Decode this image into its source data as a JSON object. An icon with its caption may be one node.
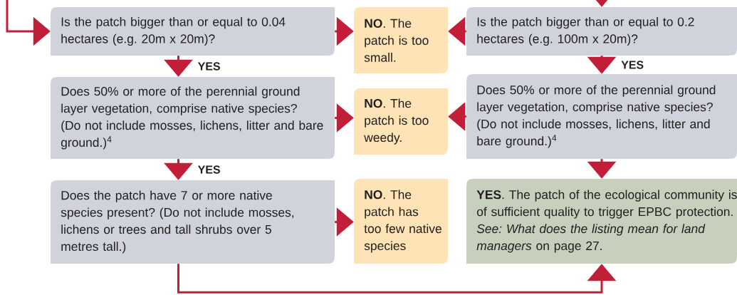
{
  "diagram": {
    "nodes": [
      {
        "text": [
          "Is the patch bigger than or equal to 0.04 hectares (e.g. 20m x 20m)?"
        ]
      },
      {
        "text": [
          "**NO**. The patch is too small."
        ]
      },
      {
        "text": [
          "Is the patch bigger than or equal to 0.2 hectares (e.g. 100m x 20m)?"
        ]
      },
      {
        "text": [
          "Does 50% or more of the perennial ground layer vegetation, comprise native species? (Do not include mosses, lichens, litter and bare ground.)$^{4}$"
        ]
      },
      {
        "text": [
          "**NO**. The patch is too weedy."
        ]
      },
      {
        "text": [
          "Does 50% or more of the perennial ground layer vegetation, comprise native species? (Do not include mosses, lichens, litter and bare ground.)$^{4}$"
        ]
      },
      {
        "text": [
          "Does the patch have 7 or more native species present? (Do not include mosses, lichens or trees and tall shrubs over 5 metres tall.)"
        ]
      },
      {
        "text": [
          "**NO**. The patch has too few native species"
        ]
      },
      {
        "text": [
          "**YES**. The patch of the ecological community is of sufficient quality to trigger EPBC protection. *See: What does the listing mean for land managers* on page 27."
        ]
      }
    ],
    "edges": [
      {
        "from": null,
        "to": 0,
        "arrow": "to"
      },
      {
        "from": null,
        "to": 2,
        "arrow": "to"
      },
      {
        "from": 0,
        "to": 1,
        "arrow": "to"
      },
      {
        "from": 2,
        "to": 1,
        "arrow": "to"
      },
      {
        "from": 0,
        "to": 3,
        "arrow": "to",
        "label": "YES"
      },
      {
        "from": 2,
        "to": 5,
        "arrow": "to",
        "label": "YES"
      },
      {
        "from": 3,
        "to": 4,
        "arrow": "to"
      },
      {
        "from": 5,
        "to": 4,
        "arrow": "to"
      },
      {
        "from": 3,
        "to": 6,
        "arrow": "to",
        "label": "YES"
      },
      {
        "from": 5,
        "to": 8,
        "arrow": "to"
      },
      {
        "from": 6,
        "to": 7,
        "arrow": "to"
      },
      {
        "from": 6,
        "to": 8,
        "arrow": "to"
      }
    ]
  }
}
